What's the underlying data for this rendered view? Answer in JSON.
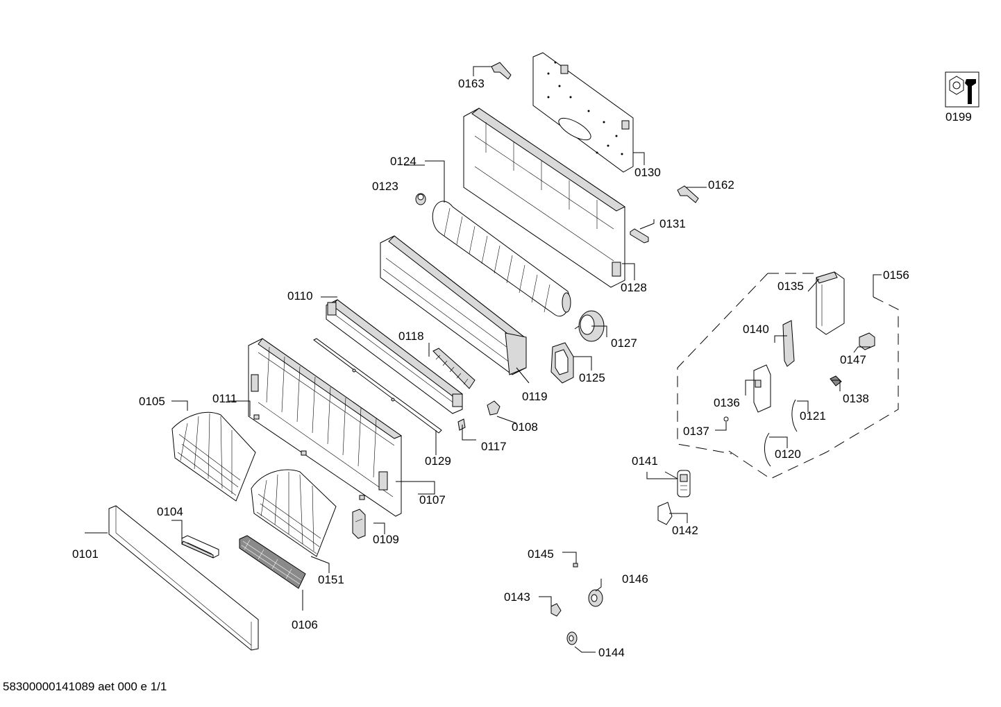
{
  "footer": {
    "document_code": "58300000141089 aet 000 e 1/1"
  },
  "labels": {
    "p0101": "0101",
    "p0104": "0104",
    "p0105": "0105",
    "p0106": "0106",
    "p0107": "0107",
    "p0108": "0108",
    "p0109": "0109",
    "p0110": "0110",
    "p0111": "0111",
    "p0117": "0117",
    "p0118": "0118",
    "p0119": "0119",
    "p0120": "0120",
    "p0121": "0121",
    "p0123": "0123",
    "p0124": "0124",
    "p0125": "0125",
    "p0127": "0127",
    "p0128": "0128",
    "p0129": "0129",
    "p0130": "0130",
    "p0131": "0131",
    "p0135": "0135",
    "p0136": "0136",
    "p0137": "0137",
    "p0138": "0138",
    "p0140": "0140",
    "p0141": "0141",
    "p0142": "0142",
    "p0143": "0143",
    "p0144": "0144",
    "p0145": "0145",
    "p0146": "0146",
    "p0147": "0147",
    "p0151": "0151",
    "p0156": "0156",
    "p0162": "0162",
    "p0163": "0163",
    "p0199": "0199"
  },
  "icons": {
    "tool_icon": "nut-and-wrench-icon"
  }
}
